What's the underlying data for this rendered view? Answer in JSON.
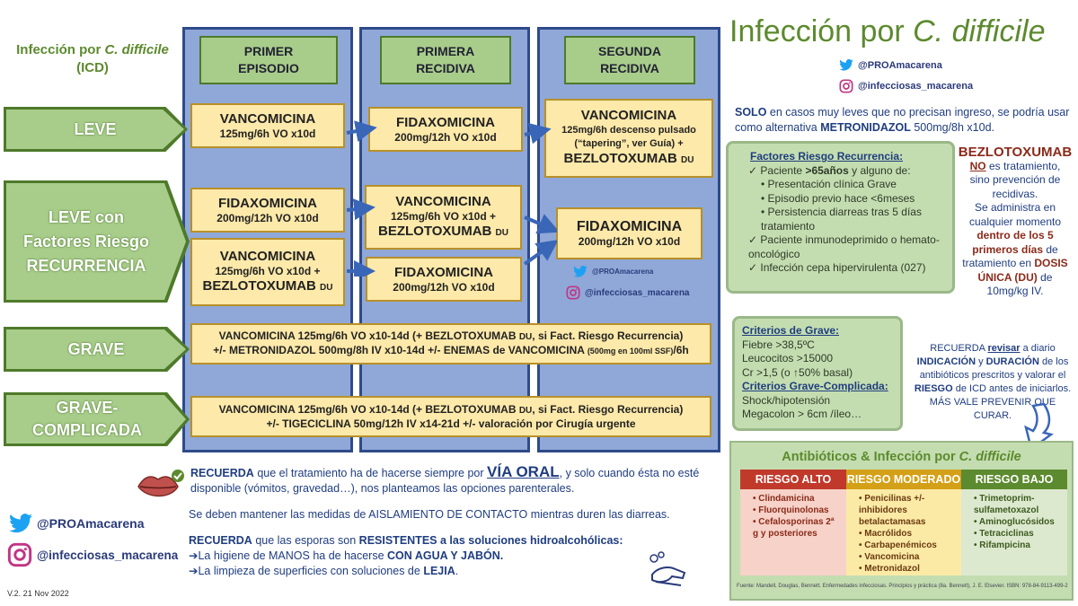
{
  "side_title": {
    "prefix": "Infección por ",
    "italic": "C. difficile",
    "line2": "(ICD)"
  },
  "columns": [
    {
      "line1": "PRIMER",
      "line2": "EPISODIO"
    },
    {
      "line1": "PRIMERA",
      "line2": "RECIDIVA"
    },
    {
      "line1": "SEGUNDA",
      "line2": "RECIDIVA"
    }
  ],
  "rows": {
    "leve": "LEVE",
    "leve_frr": {
      "line1": "LEVE con",
      "line2": "Factores Riesgo",
      "line3": "RECURRENCIA"
    },
    "grave": "GRAVE",
    "grave_comp": {
      "line1": "GRAVE-",
      "line2": "COMPLICADA"
    }
  },
  "treatments": {
    "leve_1": {
      "drug": "VANCOMICINA",
      "dose": "125mg/6h VO x10d"
    },
    "leve_2": {
      "drug": "FIDAXOMICINA",
      "dose": "200mg/12h VO x10d"
    },
    "leve_3": {
      "drug": "VANCOMICINA",
      "dose1": "125mg/6h descenso pulsado",
      "dose2": "(“tapering”, ver Guía) +",
      "drug2": "BEZLOTOXUMAB",
      "du": "DU"
    },
    "frr_1a": {
      "drug": "FIDAXOMICINA",
      "dose": "200mg/12h VO x10d"
    },
    "frr_1b": {
      "drug": "VANCOMICINA",
      "dose": "125mg/6h VO x10d +",
      "drug2": "BEZLOTOXUMAB",
      "du": "DU"
    },
    "frr_2a": {
      "drug": "VANCOMICINA",
      "dose": "125mg/6h VO x10d +",
      "drug2": "BEZLOTOXUMAB",
      "du": "DU"
    },
    "frr_2b": {
      "drug": "FIDAXOMICINA",
      "dose": "200mg/12h VO x10d"
    },
    "frr_3": {
      "drug": "FIDAXOMICINA",
      "dose": "200mg/12h VO x10d"
    },
    "grave": {
      "l1a": "VANCOMICINA 125mg/6h VO x10-14d (+ BEZLOTOXUMAB ",
      "l1du": "DU",
      "l1b": ", si Fact. Riesgo Recurrencia)",
      "l2a": "+/- METRONIDAZOL 500mg/8h IV x10-14d +/- ENEMAS de VANCOMICINA ",
      "l2small": "(500mg en 100ml SSF)",
      "l2b": "/6h"
    },
    "grave_comp": {
      "l1a": "VANCOMICINA 125mg/6h VO x10-14d (+ BEZLOTOXUMAB ",
      "l1du": "DU",
      "l1b": ", si Fact. Riesgo Recurrencia)",
      "l2": "+/- TIGECICLINA 50mg/12h IV x14-21d +/- valoración por Cirugía urgente"
    }
  },
  "social": {
    "twitter": "@PROAmacarena",
    "instagram": "@infecciosas_macarena"
  },
  "main_title": {
    "prefix": "Infección por ",
    "italic": "C. difficile"
  },
  "solo": {
    "bold": "SOLO",
    "text": " en casos muy leves que no precisan ingreso, se podría usar como alternativa ",
    "drug": "METRONIDAZOL",
    "dose": " 500mg/8h x10d."
  },
  "factores": {
    "title": "Factores Riesgo Recurrencia:",
    "p1a": "Paciente ",
    "p1b": ">65años",
    "p1c": " y alguno de:",
    "sub": [
      "Presentación clínica Grave",
      "Episodio previo hace <6meses",
      "Persistencia diarreas tras 5 días tratamiento"
    ],
    "p2": "Paciente inmunodeprimido o hemato-oncológico",
    "p3": "Infección cepa hipervirulenta (027)"
  },
  "bezlo": {
    "title": "BEZLOTOXUMAB",
    "no": "NO",
    "t1": " es tratamiento,",
    "t2": "sino prevención de recidivas.",
    "t3": "Se administra en cualquier momento ",
    "t4": "dentro de los 5 primeros días",
    "t5": " de tratamiento en ",
    "t6": "DOSIS ÚNICA (DU)",
    "t7": " de 10mg/kg IV."
  },
  "criterios": {
    "title": "Criterios de Grave:",
    "items": [
      "Fiebre >38,5ºC",
      "Leucocitos >15000",
      "Cr >1,5 (o ↑50% basal)"
    ],
    "title2": "Criterios Grave-Complicada:",
    "items2": [
      "Shock/hipotensión",
      "Megacolon > 6cm /íleo…"
    ]
  },
  "recuerda_right": {
    "a": "RECUERDA ",
    "b": "revisar",
    "c": " a diario ",
    "d": "INDICACIÓN",
    "e": " y ",
    "f": "DURACIÓN",
    "g": " de los antibióticos prescritos y valorar el ",
    "h": "RIESGO",
    "i": " de ICD antes de iniciarlos. MÁS VALE PREVENIR QUE CURAR."
  },
  "abx": {
    "title_prefix": "Antibióticos & Infección por ",
    "title_italic": "C. difficile",
    "headers": [
      "RIESGO ALTO",
      "RIESGO MODERADO",
      "RIESGO BAJO"
    ],
    "alto": [
      "Clindamicina",
      "Fluorquinolonas",
      "Cefalosporinas 2ª g y posteriores"
    ],
    "moderado": [
      "Penicilinas +/- inhibidores betalactamasas",
      "Macrólidos",
      "Carbapenémicos",
      "Vancomicina",
      "Metronidazol"
    ],
    "bajo": [
      "Trimetoprim-sulfametoxazol",
      "Aminoglucósidos",
      "Tetraciclinas",
      "Rifampicina"
    ],
    "source": "Fuente: Mandell, Douglas, Bennett. Enfermedades infecciosas. Principios y práctica (8a. Bennett), J. E. Elsevier. ISBN: 978-84-9113-499-2",
    "colors": {
      "alto": "#c0392b",
      "moderado": "#d4a017",
      "bajo": "#5c8a2e"
    }
  },
  "bottom": {
    "r1a": "RECUERDA",
    "r1b": " que el tratamiento ha de hacerse siempre por ",
    "r1c": "VÍA ORAL",
    "r1d": ", y solo cuando ésta no esté disponible (vómitos, gravedad…), nos planteamos las opciones parenterales.",
    "r2": "Se deben mantener las medidas de AISLAMIENTO DE CONTACTO mientras duren las diarreas.",
    "r3a": "RECUERDA",
    "r3b": " que las esporas son ",
    "r3c": "RESISTENTES",
    "r3d": " a las soluciones hidroalcohólicas:",
    "r4a": "➔La higiene de MANOS ha de hacerse ",
    "r4b": "CON AGUA Y JABÓN.",
    "r5a": "➔La limpieza de superficies con soluciones de ",
    "r5b": "LEJIA",
    "r5c": "."
  },
  "version": "V.2. 21 Nov 2022"
}
